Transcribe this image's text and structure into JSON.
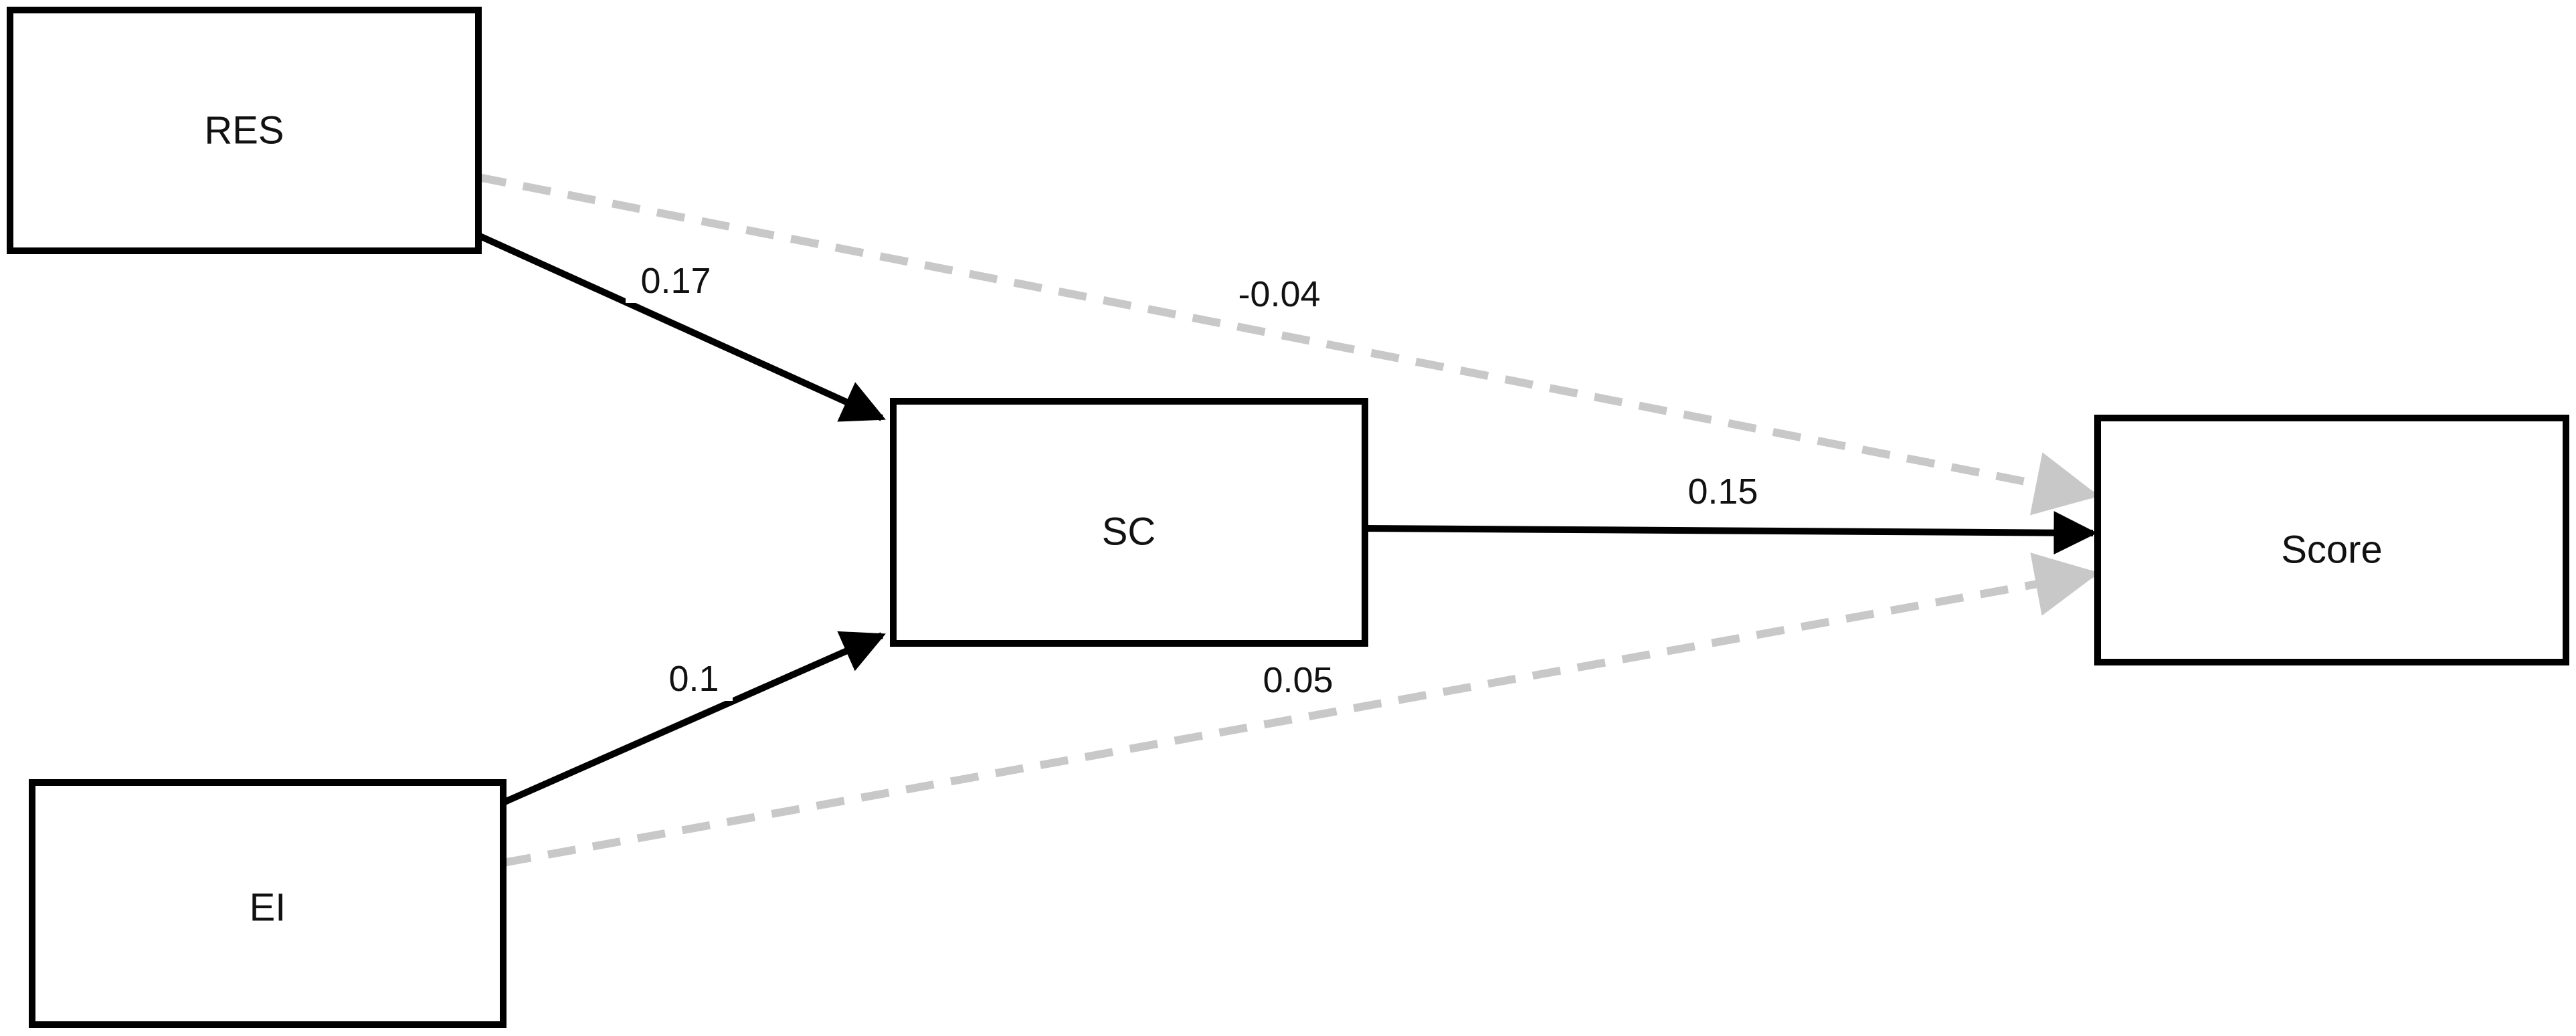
{
  "colors": {
    "significant": "#000000",
    "non_significant": "#c8c8c8"
  },
  "nodes": {
    "res": {
      "label": "RES"
    },
    "ei": {
      "label": "EI"
    },
    "sc": {
      "label": "SC"
    },
    "score": {
      "label": "Score"
    }
  },
  "paths": {
    "res_to_sc": {
      "coefficient": "0.17",
      "significant": true
    },
    "ei_to_sc": {
      "coefficient": "0.1",
      "significant": true
    },
    "sc_to_score": {
      "coefficient": "0.15",
      "significant": true
    },
    "res_to_score": {
      "coefficient": "-0.04",
      "significant": false
    },
    "ei_to_score": {
      "coefficient": "0.05",
      "significant": false
    }
  }
}
